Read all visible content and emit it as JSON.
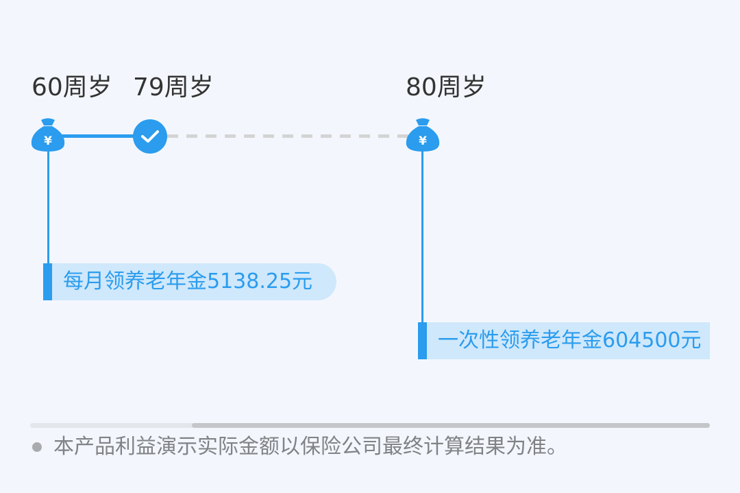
{
  "timeline": {
    "points": [
      {
        "age": "60周岁",
        "icon": "money-bag-icon",
        "symbol": "¥"
      },
      {
        "age": "79周岁",
        "icon": "check-circle-icon"
      },
      {
        "age": "80周岁",
        "icon": "money-bag-icon",
        "symbol": "¥"
      }
    ],
    "payouts": [
      {
        "text": "每月领养老年金5138.25元"
      },
      {
        "text": "一次性领养老年金604500元"
      }
    ]
  },
  "disclaimer": {
    "text": "本产品利益演示实际金额以保险公司最终计算结果为准。"
  },
  "colors": {
    "accent": "#2b9cee",
    "callout_bg": "#cfe8fb",
    "background": "#f3f7fd",
    "text_dark": "#333333",
    "text_muted": "#808285"
  }
}
